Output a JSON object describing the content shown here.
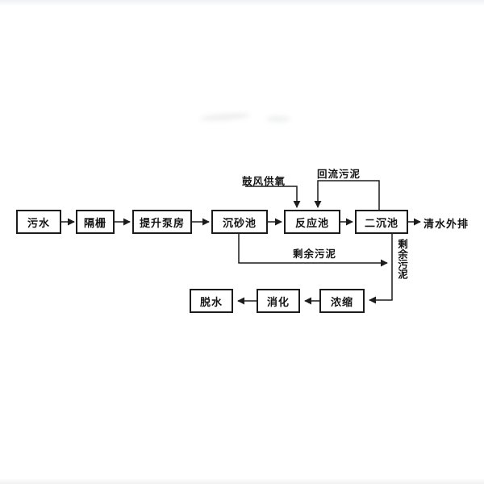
{
  "flowchart": {
    "nodes": {
      "wushui": "污水",
      "gezha": "隔栅",
      "tisheng": "提升泵房",
      "chensha": "沉砂池",
      "fanying": "反应池",
      "erchen": "二沉池",
      "nongsuo": "浓缩",
      "xiaohua": "消化",
      "tuoshui": "脱水"
    },
    "edge_labels": {
      "gufeng_gongyang": "鼓风供氧",
      "huiliu_wuni": "回流污泥",
      "shengyu_wuni_h": "剩余污泥",
      "shengyu_wuni_v": "剩余污泥",
      "qingshui_waipai": "清水外排"
    },
    "colors": {
      "stroke": "#1c1c1c",
      "text": "#141414",
      "background": "#ffffff"
    }
  }
}
